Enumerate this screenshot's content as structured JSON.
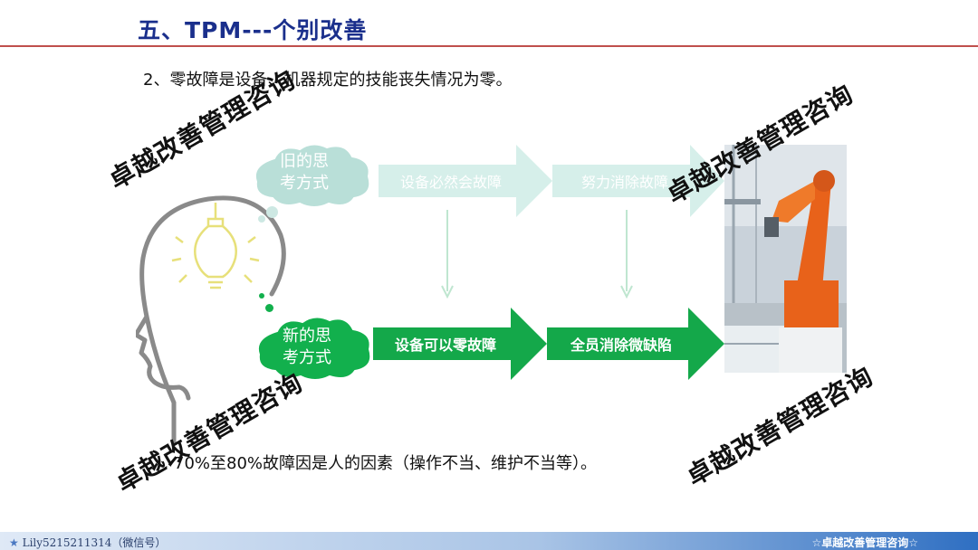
{
  "slide": {
    "title": "五、TPM---个别改善",
    "subtitle": "2、零故障是设备、机器规定的技能丧失情况为零。",
    "footnote": "70%至80%故障因是人的因素（操作不当、维护不当等）。"
  },
  "flow": {
    "old_thinking": {
      "line1": "旧的思",
      "line2": "考方式"
    },
    "new_thinking": {
      "line1": "新的思",
      "line2": "考方式"
    },
    "old_steps": [
      "设备必然会故障",
      "努力消除故障"
    ],
    "new_steps": [
      "设备可以零故障",
      "全员消除微缺陷"
    ]
  },
  "watermark": "卓越改善管理咨询",
  "footer": {
    "left_text": "Lily5215211314（微信号）",
    "right_text": "☆卓越改善管理咨询☆"
  },
  "colors": {
    "title": "#1a2f8c",
    "title_rule": "#c0504d",
    "old_cloud": "#b9dfd8",
    "old_arrow": "#d6efea",
    "new_cloud": "#12b04d",
    "new_arrow": "#14a84a",
    "bulb": "#e7e07a",
    "head_outline": "#8a8a8a",
    "robot_orange": "#e8621a"
  }
}
